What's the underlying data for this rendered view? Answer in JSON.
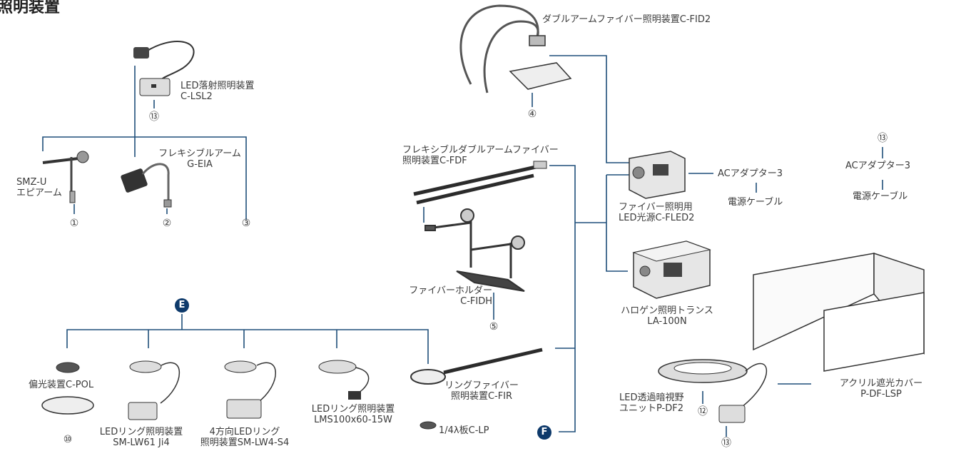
{
  "page_title": "照明装置",
  "colors": {
    "line_blue": "#1f4f7a",
    "product_dark": "#2b2b2b",
    "product_light": "#d8d8d8"
  },
  "badges": {
    "e": "E",
    "f": "F"
  },
  "products": {
    "c_fid2": "ダブルアームファイバー照明装置C-FID2",
    "c_lsl2": [
      "LED落射照明装置",
      "C-LSL2"
    ],
    "g_eia": [
      "フレキシブルアーム",
      "G-EIA"
    ],
    "smz_u": [
      "SMZ-U",
      "エピアーム"
    ],
    "c_fdf": [
      "フレキシブルダブルアームファイバー",
      "照明装置C-FDF"
    ],
    "c_fidh": [
      "ファイバーホルダー",
      "C-FIDH"
    ],
    "c_fled2": [
      "ファイバー照明用",
      "LED光源C-FLED2"
    ],
    "ac_adapter_1": "ACアダプター3",
    "power_cable_1": "電源ケーブル",
    "ac_adapter_2": "ACアダプター3",
    "power_cable_2": "電源ケーブル",
    "la_100n": [
      "ハロゲン照明トランス",
      "LA-100N"
    ],
    "c_pol": "偏光装置C-POL",
    "sm_lw61": [
      "LEDリング照明装置",
      "SM-LW61 Ji4"
    ],
    "sm_lw4": [
      "4方向LEDリング",
      "照明装置SM-LW4-S4"
    ],
    "lms": [
      "LEDリング照明装置",
      "LMS100x60-15W"
    ],
    "c_fir": [
      "リングファイバー",
      "照明装置C-FIR"
    ],
    "c_lp": "1/4λ板C-LP",
    "p_df2": [
      "LED透過暗視野",
      "ユニットP-DF2"
    ],
    "p_df_lsp": [
      "アクリル遮光カバー",
      "P-DF-LSP"
    ]
  },
  "numbers": {
    "n13_top": "⑬",
    "n1": "①",
    "n2": "②",
    "n3": "③",
    "n4": "④",
    "n5": "⑤",
    "n10": "⑩",
    "n12": "⑫",
    "n13_bottom": "⑬",
    "n13_right": "⑬"
  }
}
